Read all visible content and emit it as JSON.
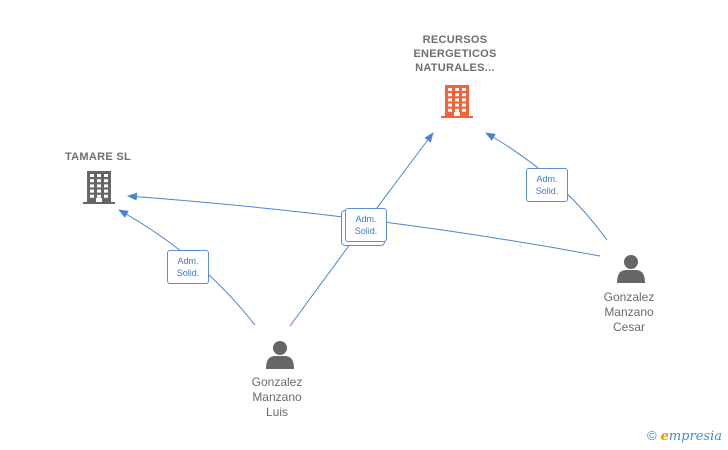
{
  "nodes": {
    "recursos": {
      "label": "RECURSOS\nENERGETICOS\nNATURALES...",
      "kind": "company",
      "color": "#f4623a"
    },
    "tamare": {
      "label": "TAMARE SL",
      "kind": "company",
      "color": "#666666"
    },
    "luis": {
      "label": "Gonzalez\nManzano\nLuis",
      "kind": "person",
      "color": "#666666"
    },
    "cesar": {
      "label": "Gonzalez\nManzano\nCesar",
      "kind": "person",
      "color": "#666666"
    }
  },
  "edges": [
    {
      "from": "luis",
      "to": "tamare",
      "label": "Adm.\nSolid."
    },
    {
      "from": "luis",
      "to": "recursos",
      "label": "Adm.\nSolid."
    },
    {
      "from": "cesar",
      "to": "tamare",
      "label": "Adm.\nSolid."
    },
    {
      "from": "cesar",
      "to": "recursos",
      "label": "Adm.\nSolid."
    }
  ],
  "colors": {
    "edge": "#4a86cf"
  },
  "brand": {
    "copyright": "©",
    "first_letter": "e",
    "rest": "mpresia"
  }
}
